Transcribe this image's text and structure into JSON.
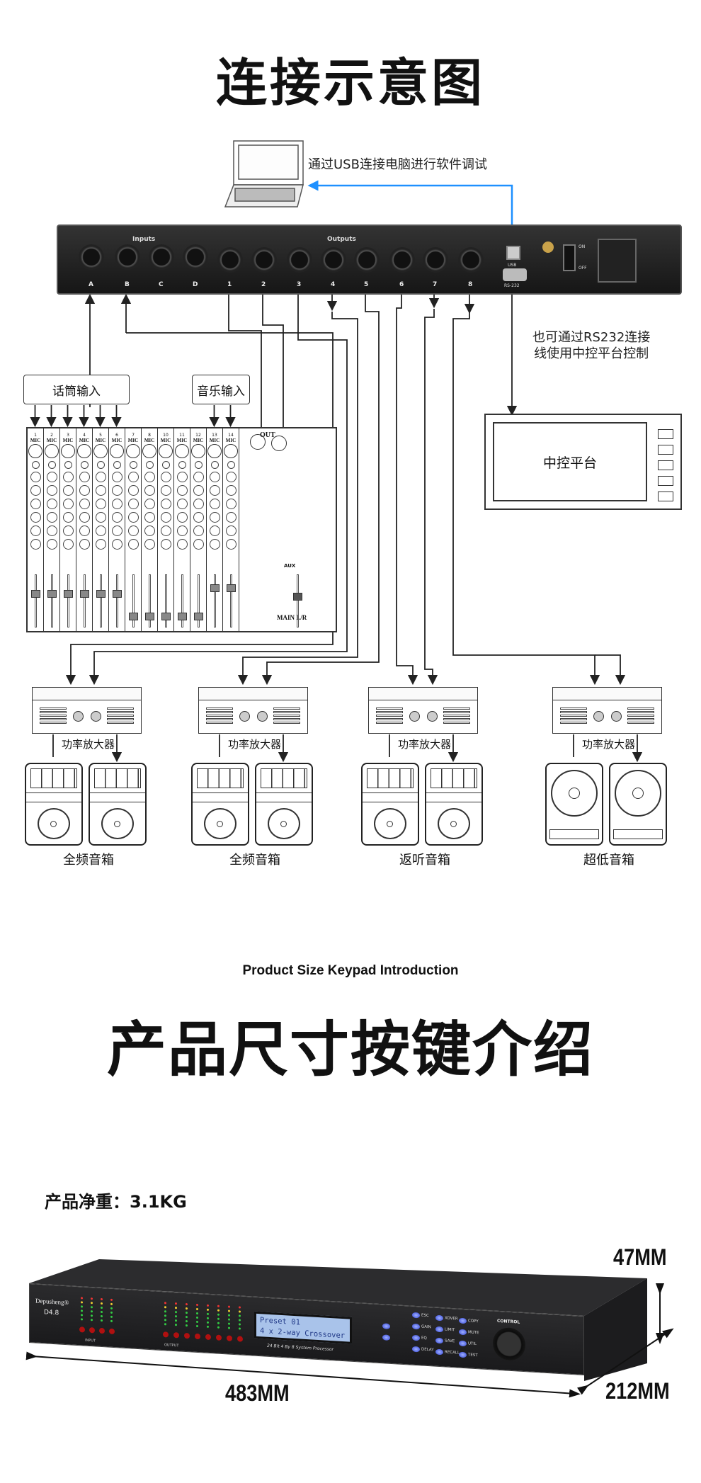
{
  "section1": {
    "title": "连接示意图",
    "usb_note": "通过USB连接电脑进行软件调试",
    "rs232_note_line1": "也可通过RS232连接",
    "rs232_note_line2": "线使用中控平台控制",
    "mic_input_label": "话筒输入",
    "music_input_label": "音乐输入",
    "control_platform_label": "中控平台",
    "rear_panel": {
      "inputs_label": "Inputs",
      "outputs_label": "Outputs",
      "input_jacks": [
        "A",
        "B",
        "C",
        "D"
      ],
      "output_jacks": [
        "1",
        "2",
        "3",
        "4",
        "5",
        "6",
        "7",
        "8"
      ],
      "usb_label": "USB",
      "rs232_label": "RS-232",
      "on_label": "ON",
      "off_label": "OFF"
    },
    "mixer": {
      "channel_numbers": [
        "1",
        "2",
        "3",
        "4",
        "5",
        "6",
        "7",
        "8",
        "10",
        "11",
        "12",
        "13",
        "14"
      ],
      "channel_label": "MIC",
      "out_label": "OUT",
      "aux_label": "AUX",
      "main_label": "MAIN L/R"
    },
    "amp_label": "功率放大器",
    "speaker_groups": [
      "全频音箱",
      "全频音箱",
      "返听音箱",
      "超低音箱"
    ]
  },
  "section2": {
    "subtitle": "Product Size Keypad Introduction",
    "title": "产品尺寸按键介绍",
    "weight": "产品净重：3.1KG",
    "height_dim": "47MM",
    "width_dim": "483MM",
    "depth_dim": "212MM",
    "device": {
      "brand": "Depusheng®",
      "model": "D4.8",
      "lcd_line1": "Preset 01",
      "lcd_line2": "4 x 2-way Crossover",
      "tagline": "24 Bit 4 By 8 System Processor",
      "control_label": "CONTROL",
      "input_label": "INPUT",
      "output_label": "OUTPUT",
      "mute_label": "MUTE",
      "keys": [
        "ESC",
        "GAIN",
        "EQ",
        "DELAY",
        "XOVER",
        "LIMIT",
        "SAVE",
        "RECALL",
        "COPY",
        "MUTE",
        "UTIL",
        "TEST"
      ]
    }
  },
  "colors": {
    "usb_line": "#1e90ff",
    "lcd": "#a9c3ea",
    "key": "#3346d8"
  }
}
